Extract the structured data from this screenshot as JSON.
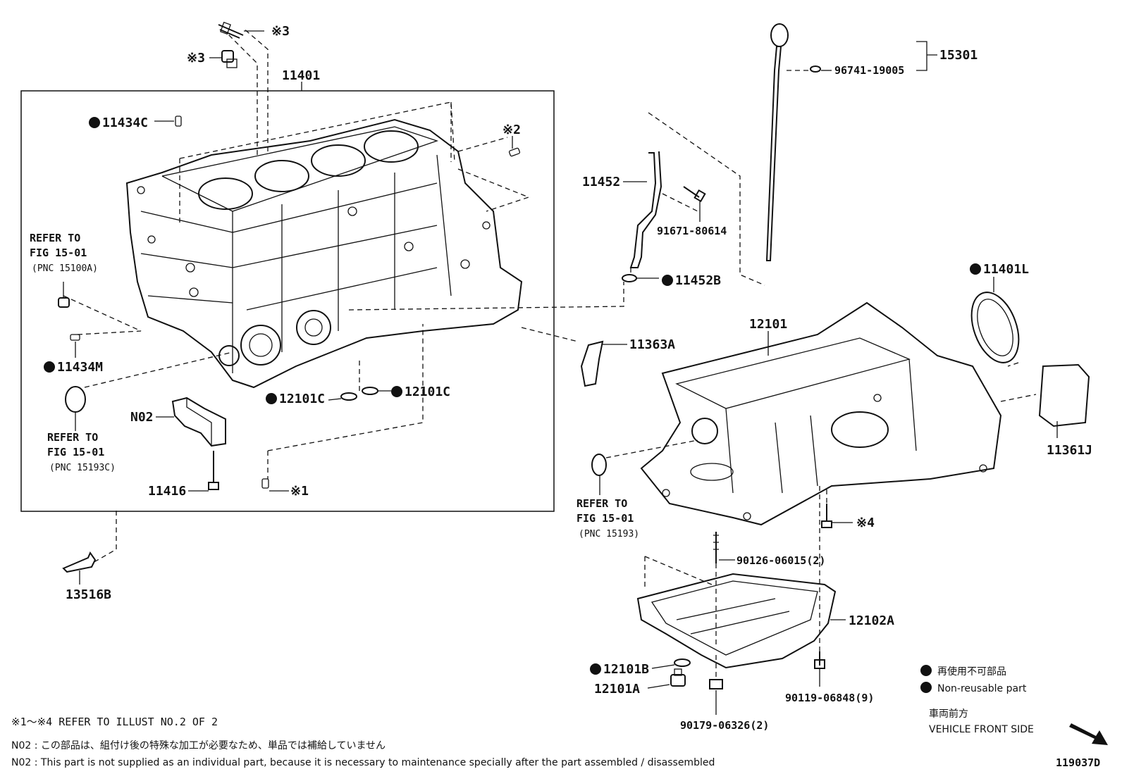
{
  "diagram": {
    "labels": {
      "p11401": "11401",
      "p11434C": "11434C",
      "p11434M": "11434M",
      "p11416": "11416",
      "pN02": "N02",
      "p12101C_a": "12101C",
      "p12101C_b": "12101C",
      "p13516B": "13516B",
      "p11452": "11452",
      "p91671": "91671-80614",
      "p11452B": "11452B",
      "p11363A": "11363A",
      "p15301": "15301",
      "p96741": "96741-19005",
      "p11401L": "11401L",
      "p12101": "12101",
      "p11361J": "11361J",
      "p90126": "90126-06015(2)",
      "p12102A": "12102A",
      "p12101B": "12101B",
      "p12101A": "12101A",
      "p90179": "90179-06326(2)",
      "p90119": "90119-06848(9)",
      "mark1": "※1",
      "mark2": "※2",
      "mark3a": "※3",
      "mark3b": "※3",
      "mark4": "※4"
    },
    "refs": {
      "ref1": {
        "line1": "REFER TO",
        "line2": "FIG 15-01",
        "line3": "(PNC 15100A)"
      },
      "ref2": {
        "line1": "REFER TO",
        "line2": "FIG 15-01",
        "line3": "(PNC 15193C)"
      },
      "ref3": {
        "line1": "REFER TO",
        "line2": "FIG 15-01",
        "line3": "(PNC 15193)"
      }
    },
    "legend": {
      "jp": "再使用不可部品",
      "en": "Non-reusable part"
    },
    "front": {
      "jp": "車両前方",
      "en": "VEHICLE FRONT SIDE"
    },
    "notes": {
      "refer_illust": "※1〜※4 REFER TO ILLUST NO.2 OF 2",
      "n02_jp": "N02 : この部品は、組付け後の特殊な加工が必要なため、単品では補給していません",
      "n02_en": "N02 : This part is not supplied as an individual part, because it is necessary to maintenance specially after the part assembled / disassembled"
    },
    "figure_id": "119037D"
  }
}
